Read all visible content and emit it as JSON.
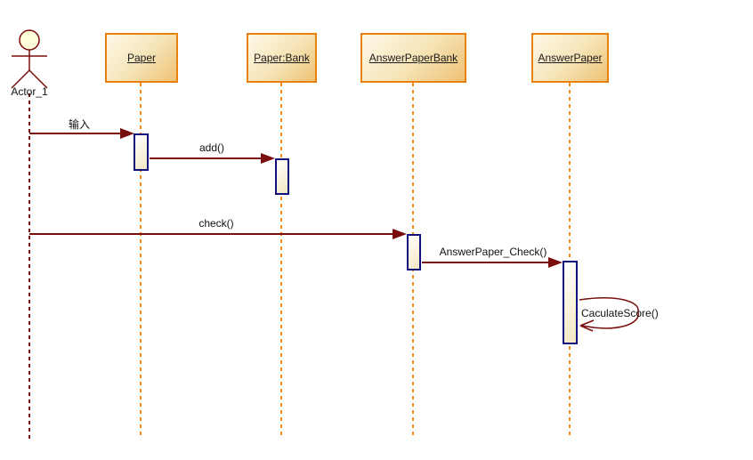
{
  "diagram": {
    "type": "uml-sequence-diagram",
    "actor": {
      "name": "Actor_1"
    },
    "objects": [
      {
        "label": "Paper"
      },
      {
        "label": "Paper:Bank"
      },
      {
        "label": "AnswerPaperBank"
      },
      {
        "label": "AnswerPaper"
      }
    ],
    "messages": [
      {
        "label": "输入",
        "from": "Actor_1",
        "to": "Paper"
      },
      {
        "label": "add()",
        "from": "Paper",
        "to": "Paper:Bank"
      },
      {
        "label": "check()",
        "from": "Actor_1",
        "to": "AnswerPaperBank"
      },
      {
        "label": "AnswerPaper_Check()",
        "from": "AnswerPaperBank",
        "to": "AnswerPaper"
      },
      {
        "label": "CaculateScore()",
        "from": "AnswerPaper",
        "to": "AnswerPaper"
      }
    ],
    "colors": {
      "object_border": "#e8820c",
      "object_fill_light": "#fdf8e8",
      "object_fill_dark": "#eec173",
      "lifeline_orange": "#f28a15",
      "actor_and_message_maroon": "#7a0d0d",
      "activation_border_navy": "#10107e",
      "activation_fill_light": "#ffffff",
      "activation_fill_dark": "#f1e5c2",
      "actor_head_fill": "#ffffd9",
      "background": "#ffffff"
    }
  }
}
